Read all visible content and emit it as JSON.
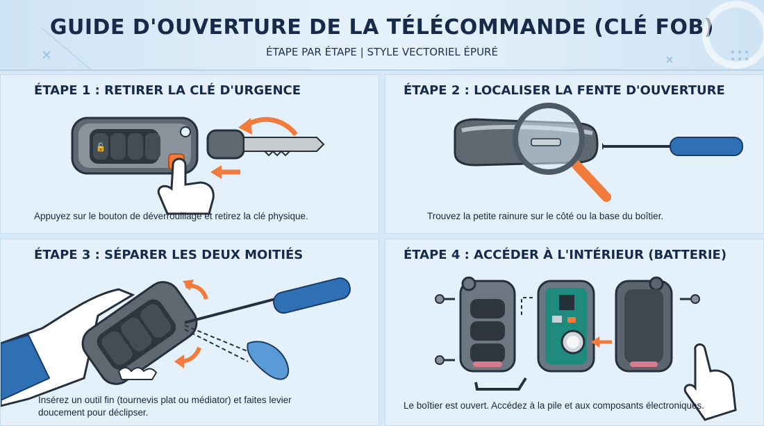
{
  "header": {
    "title": "GUIDE D'OUVERTURE DE LA TÉLÉCOMMANDE (CLÉ FOB)",
    "subtitle": "ÉTAPE PAR ÉTAPE | STYLE VECTORIEL ÉPURÉ"
  },
  "steps": [
    {
      "title": "ÉTAPE 1 : RETIRER LA CLÉ D'URGENCE",
      "caption": "Appuyez sur le bouton de déverrouillage et retirez la clé physique."
    },
    {
      "title": "ÉTAPE 2 : LOCALISER LA FENTE D'OUVERTURE",
      "caption": "Trouvez la petite rainure sur le côté ou la base du boîtier."
    },
    {
      "title": "ÉTAPE 3 : SÉPARER LES DEUX MOITIÉS",
      "caption_line1": "Insérez un outil fin (tournevis plat ou médiator) et faites levier",
      "caption_line2": "doucement pour déclipser."
    },
    {
      "title": "ÉTAPE 4 : ACCÉDER À L'INTÉRIEUR (BATTERIE)",
      "caption": "Le boîtier est ouvert. Accédez à la pile et aux composants électroniques."
    }
  ],
  "colors": {
    "accent_orange": "#f07b3a",
    "tool_blue": "#2f6fb3",
    "fob_grey": "#6d7782",
    "text_dark": "#172a4a"
  }
}
